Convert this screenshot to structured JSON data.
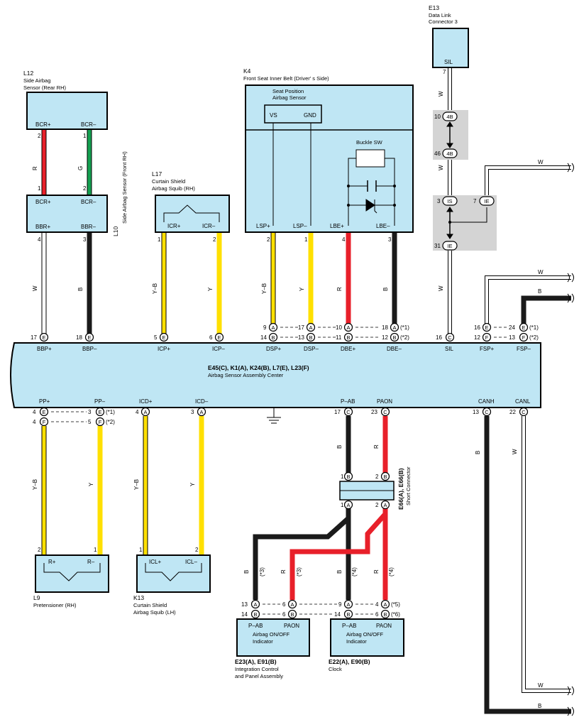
{
  "components": {
    "e13": {
      "code": "E13",
      "name1": "Data Link",
      "name2": "Connector 3",
      "pin": "SIL",
      "pinno": "7"
    },
    "l12": {
      "code": "L12",
      "name1": "Side Airbag",
      "name2": "Sensor (Rear RH)",
      "p1": "BCR+",
      "p2": "BCR–"
    },
    "l10": {
      "code": "L10",
      "name": "Side Airbag Sensor (Front RH)",
      "p1": "BCR+",
      "p2": "BCR–",
      "p3": "BBR+",
      "p4": "BBR–"
    },
    "l17": {
      "code": "L17",
      "name1": "Curtain Shield",
      "name2": "Airbag Squib (RH)",
      "p1": "ICR+",
      "p2": "ICR–"
    },
    "k4": {
      "code": "K4",
      "name": "Front Seat Inner Belt (Driver' s Side)",
      "sub1": "Seat Position",
      "sub2": "Airbag Sensor",
      "vs": "VS",
      "gnd": "GND",
      "buckle": "Buckle SW",
      "p1": "LSP+",
      "p2": "LSP–",
      "p3": "LBE+",
      "p4": "LBE–"
    },
    "center": {
      "codes": "E45(C), K1(A), K24(B), L7(E), L23(F)",
      "name": "Airbag Sensor Assembly Center",
      "top": [
        "BBP+",
        "BBP–",
        "ICP+",
        "ICP–",
        "DSP+",
        "DSP–",
        "DBE+",
        "DBE–",
        "SIL",
        "FSP+",
        "FSP–"
      ],
      "bottom": [
        "PP+",
        "PP–",
        "ICD+",
        "ICD–",
        "P–AB",
        "PAON",
        "CANH",
        "CANL"
      ]
    },
    "e66": {
      "codes": "E66(A), E66(B)",
      "name": "Short Connector"
    },
    "l9": {
      "code": "L9",
      "name": "Pretensioner (RH)",
      "p1": "R+",
      "p2": "R–"
    },
    "k13": {
      "code": "K13",
      "name1": "Curtain Shield",
      "name2": "Airbag Squib (LH)",
      "p1": "ICL+",
      "p2": "ICL–"
    },
    "e23": {
      "codes": "E23(A), E91(B)",
      "name1": "Integration Control",
      "name2": "and Panel Assembly",
      "p1": "P–AB",
      "p2": "PAON",
      "ind1": "Airbag ON/OFF",
      "ind2": "Indicator"
    },
    "e22": {
      "codes": "E22(A), E90(B)",
      "name": "Clock",
      "p1": "P–AB",
      "p2": "PAON",
      "ind1": "Airbag ON/OFF",
      "ind2": "Indicator"
    }
  },
  "junctions": {
    "a": "4B",
    "b": "4B",
    "c": "IS",
    "d": "IE",
    "e": "IE",
    "n10": "10",
    "n46": "46",
    "n3": "3",
    "n7": "7",
    "n31": "31"
  },
  "wire_colors": {
    "R": "#e8202a",
    "G": "#14a050",
    "W": "#ffffff",
    "B": "#1a1a1a",
    "Y": "#ffe000",
    "Y-B": "#ffe000"
  },
  "wire_labels": {
    "r": "R",
    "g": "G",
    "w": "W",
    "b": "B",
    "y": "Y",
    "yb": "Y–B"
  },
  "notes": {
    "n1": "(*1)",
    "n2": "(*2)",
    "n3": "(*3)",
    "n4": "(*4)",
    "n5": "(*5)",
    "n6": "(*6)"
  },
  "connector_letters": {
    "a": "A",
    "b": "B",
    "c": "C",
    "e": "E",
    "f": "F"
  },
  "pin_numbers": [
    "1",
    "2",
    "3",
    "4",
    "5",
    "6",
    "7",
    "9",
    "10",
    "11",
    "12",
    "13",
    "14",
    "16",
    "17",
    "18",
    "22",
    "23",
    "24"
  ]
}
